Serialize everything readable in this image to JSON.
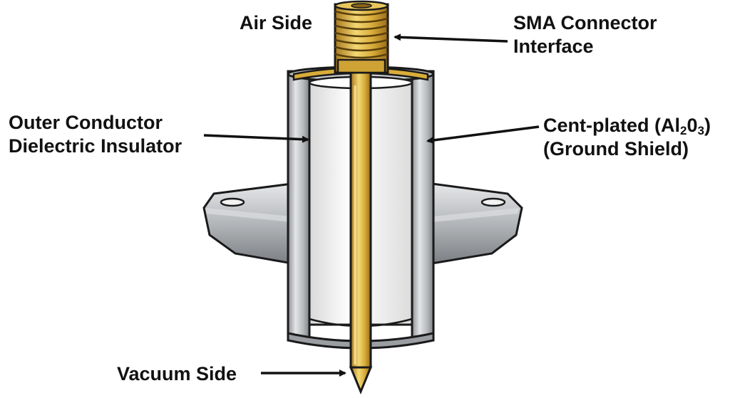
{
  "labels": {
    "air_side": "Air Side",
    "sma_line1": "SMA Connector",
    "sma_line2": "Interface",
    "outer_line1": "Outer Conductor",
    "outer_line2": "Dielectric Insulator",
    "cent_pre": "Cent-plated (Al",
    "cent_sub1": "2",
    "cent_mid": "0",
    "cent_sub2": "3",
    "cent_post": ")",
    "cent_line2": "(Ground Shield)",
    "vacuum_side": "Vacuum Side"
  },
  "colors": {
    "gold": "#d9b13b",
    "steel": "#b5b8bc",
    "ceramic": "#f4f4f4",
    "braze": "#c9a57a",
    "outline": "#1a1a1a"
  }
}
